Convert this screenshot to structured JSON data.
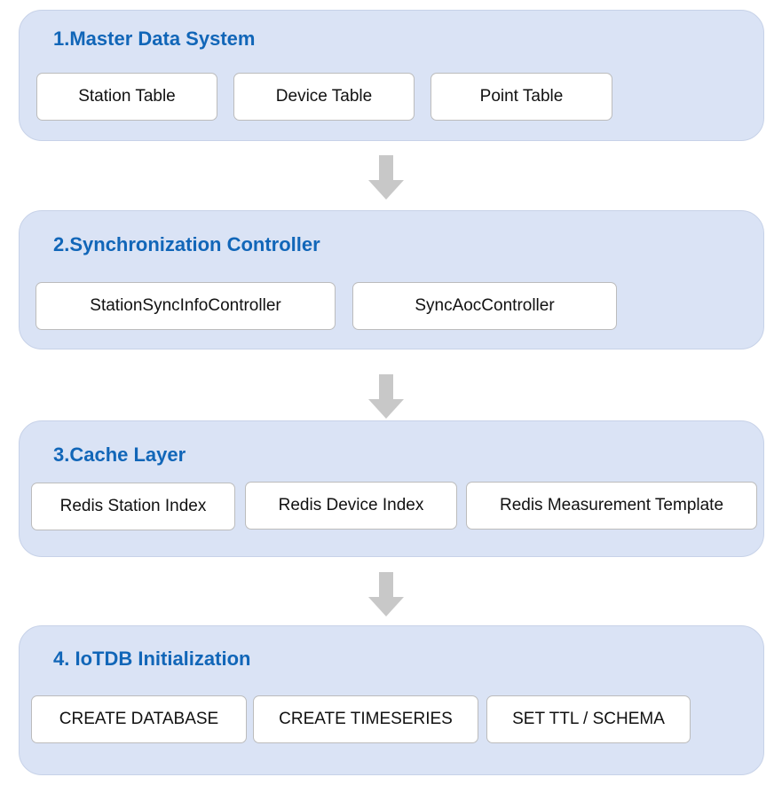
{
  "colors": {
    "panel_bg": "#dae3f5",
    "title": "#1166b8",
    "box_bg": "#ffffff",
    "arrow": "#c8c8c8"
  },
  "stages": [
    {
      "title": "1.Master Data System",
      "items": [
        "Station Table",
        "Device Table",
        "Point Table"
      ]
    },
    {
      "title": "2.Synchronization Controller",
      "items": [
        "StationSyncInfoController",
        "SyncAocController"
      ]
    },
    {
      "title": "3.Cache Layer",
      "items": [
        "Redis Station Index",
        "Redis Device Index",
        "Redis Measurement Template"
      ]
    },
    {
      "title": "4. IoTDB Initialization",
      "items": [
        "CREATE DATABASE",
        "CREATE TIMESERIES",
        "SET TTL / SCHEMA"
      ]
    }
  ]
}
